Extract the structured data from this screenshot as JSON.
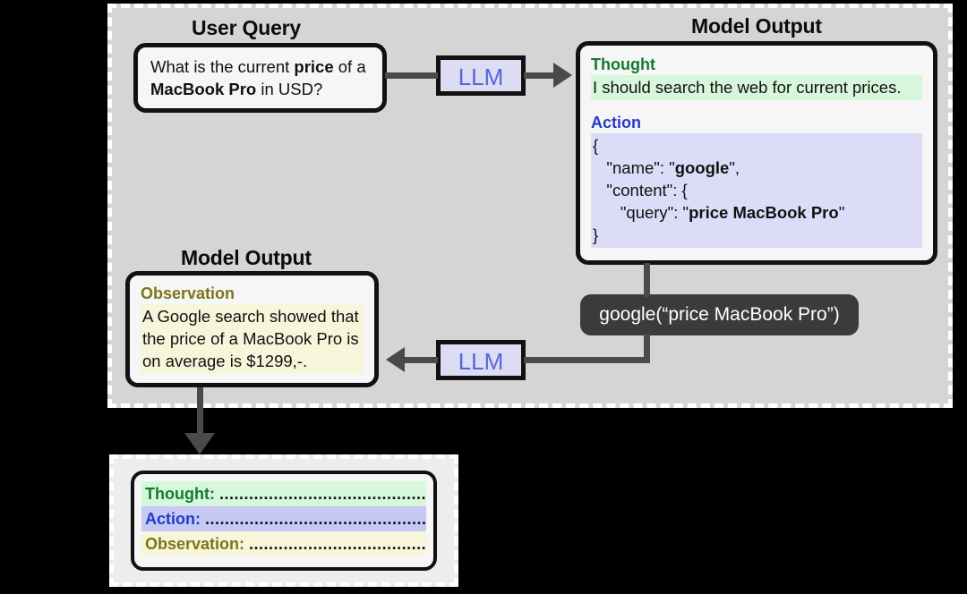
{
  "diagram": {
    "title": "ReAct agent loop",
    "colors": {
      "thought_text": "#127a2e",
      "thought_highlight": "#d7f7dc",
      "action_text": "#2438cc",
      "action_highlight": "#dcdcf8",
      "observation_text": "#7e7417",
      "observation_highlight": "#f8f6da",
      "llm_fill": "#dcdcf2",
      "llm_text": "#5566dd",
      "tool_call_fill": "#3b3b3b",
      "panel_background": "#d5d5d5",
      "connector": "#4a4a4a"
    }
  },
  "captions": {
    "user_query": "User Query",
    "model_output_top": "Model Output",
    "model_output_bottom": "Model Output"
  },
  "user_query": {
    "line1_a": "What is the current ",
    "line1_bold": "price",
    "line1_b": " of a",
    "line2_bold": "MacBook Pro",
    "line2_b": " in USD?"
  },
  "model_output_top": {
    "thought_label": "Thought",
    "thought_text": "I should search the web for current prices.",
    "action_label": "Action",
    "action_json_line1": "{",
    "action_json_line2_pre": "   \"name\": \"",
    "action_json_line2_bold": "google",
    "action_json_line2_post": "\",",
    "action_json_line3": "   \"content\": {",
    "action_json_line4_pre": "      \"query\": \"",
    "action_json_line4_bold": "price MacBook Pro",
    "action_json_line4_post": "\"",
    "action_json_line5": "}"
  },
  "observation": {
    "label": "Observation",
    "line1": "A Google search showed that",
    "line2": "the price of a MacBook Pro is",
    "line3": "on average is $1299,-."
  },
  "llm": {
    "top_label": "LLM",
    "bottom_label": "LLM"
  },
  "tool_call": {
    "label": "google(“price MacBook Pro”)"
  },
  "summary": {
    "rows": [
      {
        "key": "Thought:",
        "dots": "............................................"
      },
      {
        "key": "Action:",
        "dots": ".............................................."
      },
      {
        "key": "Observation:",
        "dots": "......................................"
      }
    ]
  }
}
